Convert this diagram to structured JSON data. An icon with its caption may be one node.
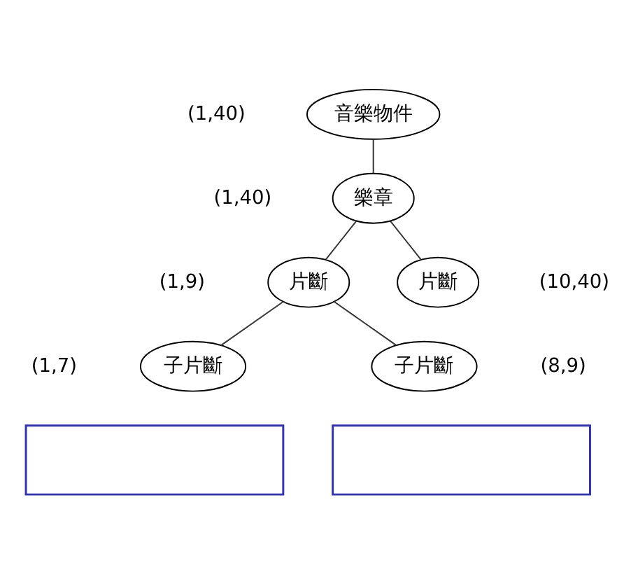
{
  "diagram": {
    "nodes": [
      {
        "text": [
          "音樂物件"
        ],
        "beside": [
          "(1,40)"
        ]
      },
      {
        "text": [
          "樂章"
        ],
        "beside": [
          "(1,40)"
        ]
      },
      {
        "text": [
          "片斷"
        ],
        "beside": [
          "(1,9)"
        ]
      },
      {
        "text": [
          "片斷"
        ],
        "beside": [
          "(10,40)"
        ]
      },
      {
        "text": [
          "子片斷"
        ],
        "beside": [
          "(1,7)"
        ]
      },
      {
        "text": [
          "子片斷"
        ],
        "beside": [
          "(8,9)"
        ]
      },
      {
        "text": [],
        "shape": "box"
      },
      {
        "text": [],
        "shape": "box"
      }
    ],
    "edges": [
      {
        "from": 0,
        "to": 1,
        "arrow": "none"
      },
      {
        "from": 1,
        "to": 2,
        "arrow": "none"
      },
      {
        "from": 1,
        "to": 3,
        "arrow": "none"
      },
      {
        "from": 2,
        "to": 4,
        "arrow": "none"
      },
      {
        "from": 2,
        "to": 5,
        "arrow": "none"
      }
    ]
  }
}
